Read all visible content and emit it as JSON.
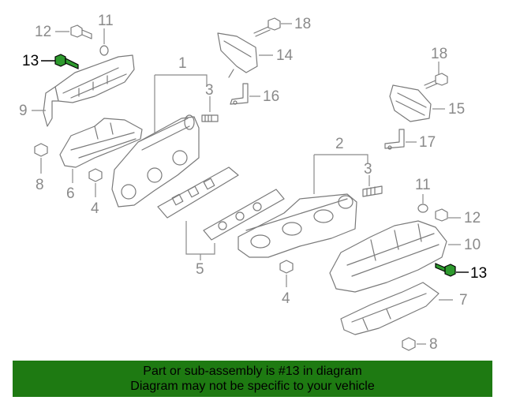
{
  "callouts": {
    "c1": "1",
    "c2": "2",
    "c3a": "3",
    "c3b": "3",
    "c4a": "4",
    "c4b": "4",
    "c5": "5",
    "c6": "6",
    "c7": "7",
    "c8a": "8",
    "c8b": "8",
    "c9": "9",
    "c10": "10",
    "c11a": "11",
    "c11b": "11",
    "c12a": "12",
    "c12b": "12",
    "c13a": "13",
    "c13b": "13",
    "c14": "14",
    "c15": "15",
    "c16": "16",
    "c17": "17",
    "c18a": "18",
    "c18b": "18"
  },
  "highlighted_part": "13",
  "colors": {
    "highlight": "#2e9a2e",
    "banner_bg": "#1e7a12",
    "line": "#8a8a8a"
  },
  "banner": {
    "line1": "Part or sub-assembly is #13 in diagram",
    "line2": "Diagram may not be specific to your vehicle"
  }
}
